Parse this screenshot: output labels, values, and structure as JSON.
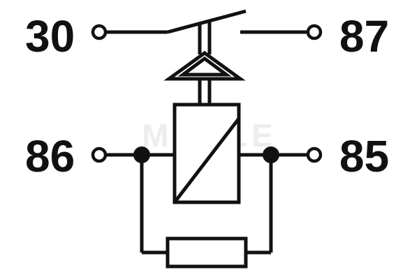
{
  "diagram": {
    "pins": {
      "p30": "30",
      "p87": "87",
      "p86": "86",
      "p85": "85"
    },
    "watermark": "MAHLE",
    "colors": {
      "line": "#111111",
      "background": "#ffffff"
    }
  }
}
